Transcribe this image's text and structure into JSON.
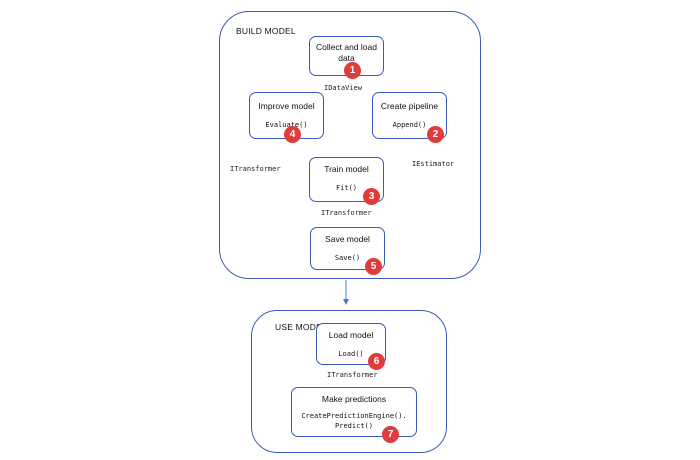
{
  "build": {
    "label": "BUILD MODEL",
    "collect": {
      "title": "Collect and load data",
      "badge": "1"
    },
    "pipeline": {
      "title": "Create pipeline",
      "code": "Append()",
      "badge": "2"
    },
    "train": {
      "title": "Train model",
      "code": "Fit()",
      "badge": "3"
    },
    "improve": {
      "title": "Improve model",
      "code": "Evaluate()",
      "badge": "4"
    },
    "save": {
      "title": "Save model",
      "code": "Save()",
      "badge": "5"
    },
    "edges": {
      "idataview": "IDataView",
      "iestimator": "IEstimator",
      "itransformer_left": "ITransformer",
      "itransformer_down": "ITransformer"
    }
  },
  "use": {
    "label": "USE MODEL",
    "load": {
      "title": "Load model",
      "code": "Load()",
      "badge": "6"
    },
    "predict": {
      "title": "Make predictions",
      "code_line1": "CreatePredictionEngine().",
      "code_line2": "Predict()",
      "badge": "7"
    },
    "edges": {
      "itransformer": "ITransformer"
    }
  },
  "colors": {
    "border": "#3b5bb8",
    "arrow": "#4a78c8",
    "badge": "#e03c3c"
  }
}
